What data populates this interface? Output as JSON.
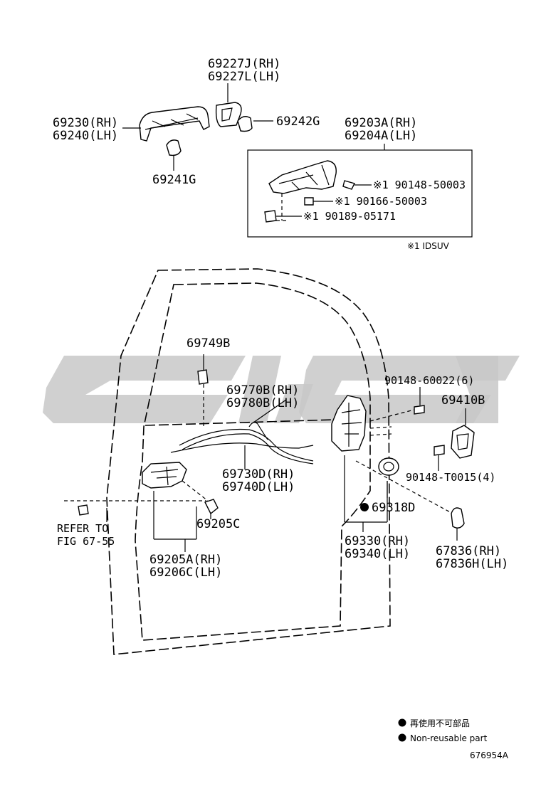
{
  "labels": {
    "p69227": [
      "69227J(RH)",
      "69227L(LH)"
    ],
    "p69230": [
      "69230(RH)",
      "69240(LH)"
    ],
    "p69242": "69242G",
    "p69241": "69241G",
    "p69203": [
      "69203A(RH)",
      "69204A(LH)"
    ],
    "screw1": "※1 90148-50003",
    "screw2": "※1 90166-50003",
    "clip": "※1 90189-05171",
    "idsuv": "※1  IDSUV",
    "p69749": "69749B",
    "p69770": [
      "69770B(RH)",
      "69780B(LH)"
    ],
    "p90148a": "90148-60022(6)",
    "p69410": "69410B",
    "p69730": [
      "69730D(RH)",
      "69740D(LH)"
    ],
    "p90148b": "90148-T0015(4)",
    "refer": [
      "REFER TO",
      "FIG 67-55"
    ],
    "p69205c": "69205C",
    "p69318": "69318D",
    "p69330": [
      "69330(RH)",
      "69340(LH)"
    ],
    "p67836": [
      "67836(RH)",
      "67836H(LH)"
    ],
    "p69205a": [
      "69205A(RH)",
      "69206C(LH)"
    ]
  },
  "legend": {
    "jp": "再使用不可部品",
    "en": "Non-reusable part"
  },
  "figure_id": "676954A"
}
